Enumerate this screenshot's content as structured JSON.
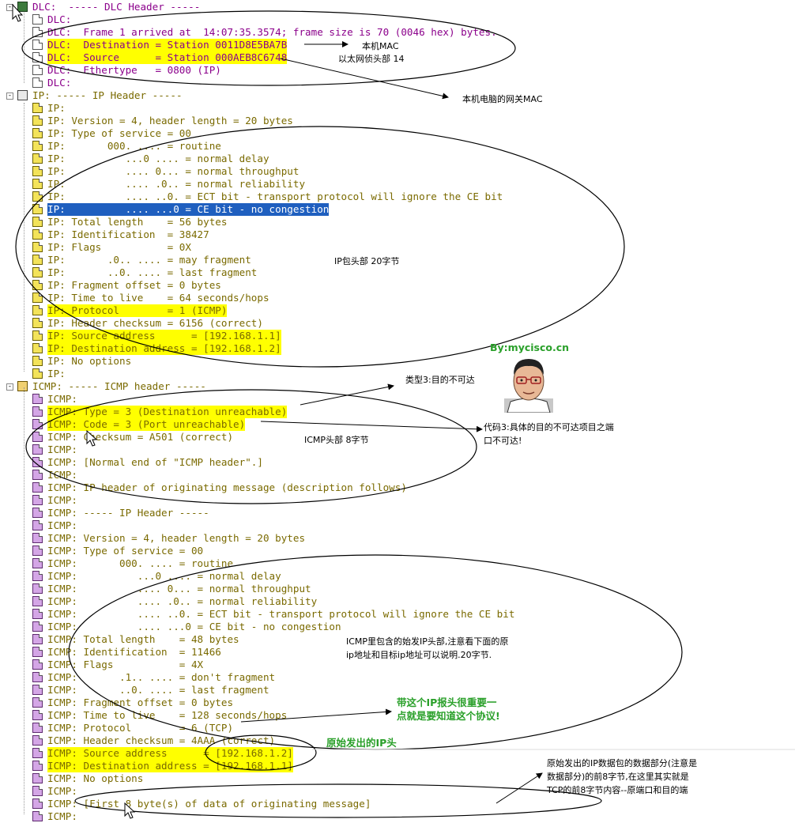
{
  "rows": [
    {
      "indent": 0,
      "icon": "green",
      "text": "DLC:  ----- DLC Header -----",
      "type": "dlc",
      "expander": "-"
    },
    {
      "indent": 1,
      "icon": "white",
      "text": "DLC:",
      "type": "dlc"
    },
    {
      "indent": 1,
      "icon": "white",
      "text": "DLC:  Frame 1 arrived at  14:07:35.3574; frame size is 70 (0046 hex) bytes.",
      "type": "dlc"
    },
    {
      "indent": 1,
      "icon": "white",
      "text": "DLC:  Destination = Station 0011D8E5BA7B",
      "type": "dlc",
      "hl": true
    },
    {
      "indent": 1,
      "icon": "white",
      "text": "DLC:  Source      = Station 000AEB8C6748",
      "type": "dlc",
      "hl": true
    },
    {
      "indent": 1,
      "icon": "white",
      "text": "DLC:  Ethertype   = 0800 (IP)",
      "type": "dlc"
    },
    {
      "indent": 1,
      "icon": "white",
      "text": "DLC:",
      "type": "dlc"
    },
    {
      "indent": 0,
      "icon": "ipicon",
      "text": "IP: ----- IP Header -----",
      "type": "ip",
      "expander": "-"
    },
    {
      "indent": 1,
      "icon": "yellow",
      "text": "IP:",
      "type": "ip"
    },
    {
      "indent": 1,
      "icon": "yellow",
      "text": "IP: Version = 4, header length = 20 bytes",
      "type": "ip"
    },
    {
      "indent": 1,
      "icon": "yellow",
      "text": "IP: Type of service = 00",
      "type": "ip"
    },
    {
      "indent": 1,
      "icon": "yellow",
      "text": "IP:       000. .... = routine",
      "type": "ip"
    },
    {
      "indent": 1,
      "icon": "yellow",
      "text": "IP:          ...0 .... = normal delay",
      "type": "ip"
    },
    {
      "indent": 1,
      "icon": "yellow",
      "text": "IP:          .... 0... = normal throughput",
      "type": "ip"
    },
    {
      "indent": 1,
      "icon": "yellow",
      "text": "IP:          .... .0.. = normal reliability",
      "type": "ip"
    },
    {
      "indent": 1,
      "icon": "yellow",
      "text": "IP:          .... ..0. = ECT bit - transport protocol will ignore the CE bit",
      "type": "ip"
    },
    {
      "indent": 1,
      "icon": "yellow",
      "text": "IP:          .... ...0 = CE bit - no congestion",
      "type": "ip",
      "sel": true
    },
    {
      "indent": 1,
      "icon": "yellow",
      "text": "IP: Total length    = 56 bytes",
      "type": "ip"
    },
    {
      "indent": 1,
      "icon": "yellow",
      "text": "IP: Identification  = 38427",
      "type": "ip"
    },
    {
      "indent": 1,
      "icon": "yellow",
      "text": "IP: Flags           = 0X",
      "type": "ip"
    },
    {
      "indent": 1,
      "icon": "yellow",
      "text": "IP:       .0.. .... = may fragment",
      "type": "ip"
    },
    {
      "indent": 1,
      "icon": "yellow",
      "text": "IP:       ..0. .... = last fragment",
      "type": "ip"
    },
    {
      "indent": 1,
      "icon": "yellow",
      "text": "IP: Fragment offset = 0 bytes",
      "type": "ip"
    },
    {
      "indent": 1,
      "icon": "yellow",
      "text": "IP: Time to live    = 64 seconds/hops",
      "type": "ip"
    },
    {
      "indent": 1,
      "icon": "yellow",
      "text": "IP: Protocol        = 1 (ICMP)",
      "type": "ip",
      "hl": true
    },
    {
      "indent": 1,
      "icon": "yellow",
      "text": "IP: Header checksum = 6156 (correct)",
      "type": "ip"
    },
    {
      "indent": 1,
      "icon": "yellow",
      "text": "IP: Source address      = [192.168.1.1]",
      "type": "ip",
      "hl": true
    },
    {
      "indent": 1,
      "icon": "yellow",
      "text": "IP: Destination address = [192.168.1.2]",
      "type": "ip",
      "hl": true
    },
    {
      "indent": 1,
      "icon": "yellow",
      "text": "IP: No options",
      "type": "ip"
    },
    {
      "indent": 1,
      "icon": "yellow",
      "text": "IP:",
      "type": "ip"
    },
    {
      "indent": 0,
      "icon": "icmpicon",
      "text": "ICMP: ----- ICMP header -----",
      "type": "icmp",
      "expander": "-"
    },
    {
      "indent": 1,
      "icon": "purple",
      "text": "ICMP:",
      "type": "icmp"
    },
    {
      "indent": 1,
      "icon": "purple",
      "text": "ICMP: Type = 3 (Destination unreachable)",
      "type": "icmp",
      "hl": true
    },
    {
      "indent": 1,
      "icon": "purple",
      "text": "ICMP: Code = 3 (Port unreachable)",
      "type": "icmp",
      "hl": true
    },
    {
      "indent": 1,
      "icon": "purple",
      "text": "ICMP: Checksum = A501 (correct)",
      "type": "icmp"
    },
    {
      "indent": 1,
      "icon": "purple",
      "text": "ICMP:",
      "type": "icmp"
    },
    {
      "indent": 1,
      "icon": "purple",
      "text": "ICMP: [Normal end of \"ICMP header\".]",
      "type": "icmp"
    },
    {
      "indent": 1,
      "icon": "purple",
      "text": "ICMP:",
      "type": "icmp"
    },
    {
      "indent": 1,
      "icon": "purple",
      "text": "ICMP: IP header of originating message (description follows)",
      "type": "icmp"
    },
    {
      "indent": 1,
      "icon": "purple",
      "text": "ICMP:",
      "type": "icmp"
    },
    {
      "indent": 1,
      "icon": "purple",
      "text": "ICMP: ----- IP Header -----",
      "type": "icmp"
    },
    {
      "indent": 1,
      "icon": "purple",
      "text": "ICMP:",
      "type": "icmp"
    },
    {
      "indent": 1,
      "icon": "purple",
      "text": "ICMP: Version = 4, header length = 20 bytes",
      "type": "icmp"
    },
    {
      "indent": 1,
      "icon": "purple",
      "text": "ICMP: Type of service = 00",
      "type": "icmp"
    },
    {
      "indent": 1,
      "icon": "purple",
      "text": "ICMP:       000. .... = routine",
      "type": "icmp"
    },
    {
      "indent": 1,
      "icon": "purple",
      "text": "ICMP:          ...0 .... = normal delay",
      "type": "icmp"
    },
    {
      "indent": 1,
      "icon": "purple",
      "text": "ICMP:          .... 0... = normal throughput",
      "type": "icmp"
    },
    {
      "indent": 1,
      "icon": "purple",
      "text": "ICMP:          .... .0.. = normal reliability",
      "type": "icmp"
    },
    {
      "indent": 1,
      "icon": "purple",
      "text": "ICMP:          .... ..0. = ECT bit - transport protocol will ignore the CE bit",
      "type": "icmp"
    },
    {
      "indent": 1,
      "icon": "purple",
      "text": "ICMP:          .... ...0 = CE bit - no congestion",
      "type": "icmp"
    },
    {
      "indent": 1,
      "icon": "purple",
      "text": "ICMP: Total length    = 48 bytes",
      "type": "icmp"
    },
    {
      "indent": 1,
      "icon": "purple",
      "text": "ICMP: Identification  = 11466",
      "type": "icmp"
    },
    {
      "indent": 1,
      "icon": "purple",
      "text": "ICMP: Flags           = 4X",
      "type": "icmp"
    },
    {
      "indent": 1,
      "icon": "purple",
      "text": "ICMP:       .1.. .... = don't fragment",
      "type": "icmp"
    },
    {
      "indent": 1,
      "icon": "purple",
      "text": "ICMP:       ..0. .... = last fragment",
      "type": "icmp"
    },
    {
      "indent": 1,
      "icon": "purple",
      "text": "ICMP: Fragment offset = 0 bytes",
      "type": "icmp"
    },
    {
      "indent": 1,
      "icon": "purple",
      "text": "ICMP: Time to live    = 128 seconds/hops",
      "type": "icmp"
    },
    {
      "indent": 1,
      "icon": "purple",
      "text": "ICMP: Protocol        = 6 (TCP)",
      "type": "icmp"
    },
    {
      "indent": 1,
      "icon": "purple",
      "text": "ICMP: Header checksum = 4AAA (correct)",
      "type": "icmp"
    },
    {
      "indent": 1,
      "icon": "purple",
      "text": "ICMP: Source address      = [192.168.1.2]",
      "type": "icmp",
      "hl": true
    },
    {
      "indent": 1,
      "icon": "purple",
      "text": "ICMP: Destination address = [192.168.1.1]",
      "type": "icmp",
      "hl": true
    },
    {
      "indent": 1,
      "icon": "purple",
      "text": "ICMP: No options",
      "type": "icmp"
    },
    {
      "indent": 1,
      "icon": "purple",
      "text": "ICMP:",
      "type": "icmp"
    },
    {
      "indent": 1,
      "icon": "purple",
      "text": "ICMP: [First 8 byte(s) of data of originating message]",
      "type": "icmp"
    },
    {
      "indent": 1,
      "icon": "purple",
      "text": "ICMP:",
      "type": "icmp"
    }
  ],
  "annotations": {
    "local_mac": "本机MAC",
    "eth_header": "以太网侦头部 14",
    "gateway_mac": "本机电脑的网关MAC",
    "ip_header": "IP包头部 20字节",
    "byline": "By:mycisco.cn",
    "type3": "类型3:目的不可达",
    "code3": "代码3:具体的目的不可达项目之端\n口不可达!",
    "icmp_header": "ICMP头部 8字节",
    "icmp_inner": "ICMP里包含的始发IP头部,注意看下面的原\nip地址和目标ip地址可以说明.20字节.",
    "with_ip": "带这个IP报头很重要一\n点就是要知道这个协议!",
    "orig_ip": "原始发出的IP头",
    "orig_data": "原始发出的IP数据包的数据部分(注意是\n数据部分)的前8字节,在这里其实就是\nTCP的前8字节内容--原端口和目的端"
  },
  "colors": {
    "highlight": "#ffff00",
    "selection": "#1f5fbf",
    "dlc_text": "#8b008b",
    "ip_text": "#7a6a00",
    "annotation_green": "#2aa02a"
  }
}
